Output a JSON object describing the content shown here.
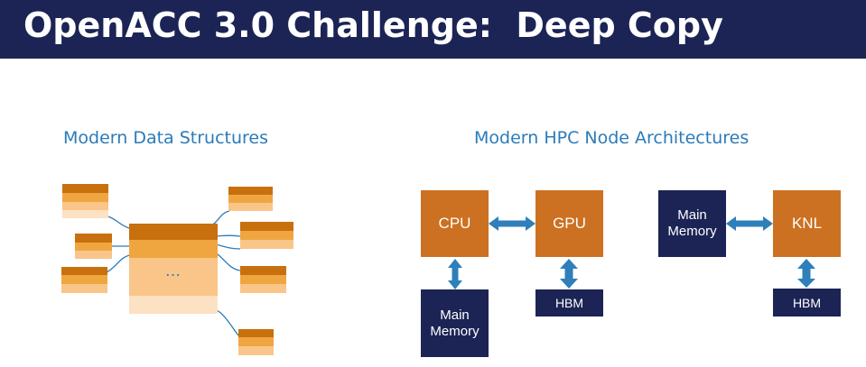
{
  "header": {
    "title": "OpenACC 3.0 Challenge:  Deep Copy"
  },
  "left": {
    "heading": "Modern Data Structures",
    "ellipsis": "…"
  },
  "right": {
    "heading": "Modern HPC Node Architectures",
    "gpu_system": {
      "cpu": "CPU",
      "gpu": "GPU",
      "main_memory": [
        "Main",
        "Memory"
      ],
      "hbm": "HBM"
    },
    "knl_system": {
      "main_memory": [
        "Main",
        "Memory"
      ],
      "knl": "KNL",
      "hbm": "HBM"
    }
  },
  "colors": {
    "title_bar": "#1c2455",
    "heading_text": "#2b7bb9",
    "orange_box": "#cc7122",
    "navy_box": "#1c2455",
    "arrow": "#2e7fba",
    "block_dark": "#c8700e",
    "block_mid": "#f0a640",
    "block_light": "#f9c589",
    "block_pale": "#fde1c3"
  }
}
